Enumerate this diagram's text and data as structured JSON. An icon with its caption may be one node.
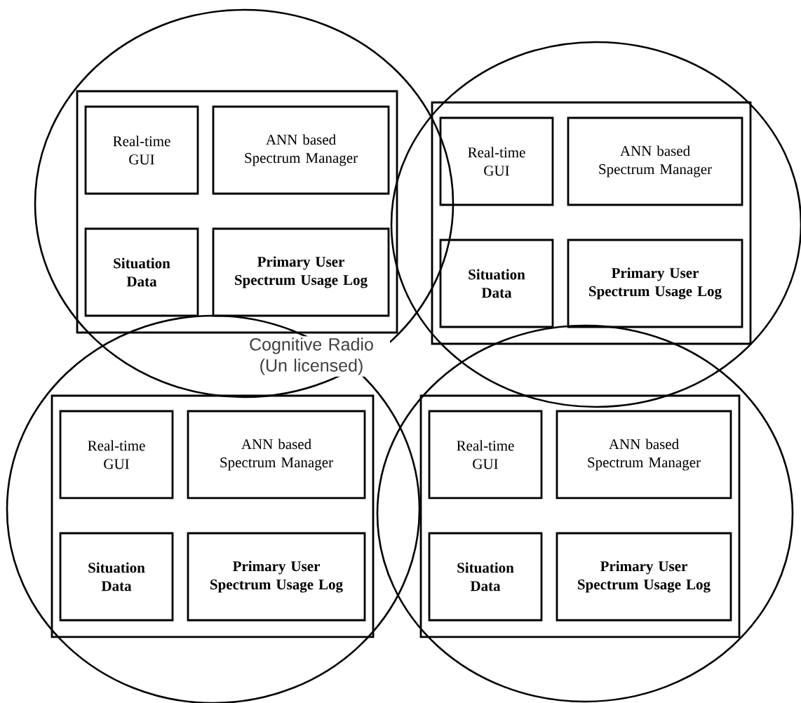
{
  "diagram": {
    "nodes": [
      {
        "text": [],
        "shape": "box"
      },
      {
        "text": [
          "Real-time GUI"
        ],
        "in": 0
      },
      {
        "text": [
          "ANN based Spectrum Manager"
        ],
        "in": 0
      },
      {
        "text": [
          "Situation Data"
        ],
        "in": 0
      },
      {
        "text": [
          "Primary User Spectrum Usage Log"
        ],
        "in": 0
      },
      {
        "text": [],
        "shape": "box"
      },
      {
        "text": [
          "Real-time GUI"
        ],
        "in": 5
      },
      {
        "text": [
          "ANN based Spectrum Manager"
        ],
        "in": 5
      },
      {
        "text": [
          "Situation Data"
        ],
        "in": 5
      },
      {
        "text": [
          "Primary User Spectrum Usage Log"
        ],
        "in": 5
      },
      {
        "text": [],
        "shape": "box"
      },
      {
        "text": [
          "Real-time GUI"
        ],
        "in": 10
      },
      {
        "text": [
          "ANN based Spectrum Manager"
        ],
        "in": 10
      },
      {
        "text": [
          "Situation Data"
        ],
        "in": 10
      },
      {
        "text": [
          "Primary User Spectrum Usage Log"
        ],
        "in": 10
      },
      {
        "text": [],
        "shape": "box"
      },
      {
        "text": [
          "Real-time GUI"
        ],
        "in": 15
      },
      {
        "text": [
          "ANN based Spectrum Manager"
        ],
        "in": 15
      },
      {
        "text": [
          "Situation Data"
        ],
        "in": 15
      },
      {
        "text": [
          "Primary User Spectrum Usage Log"
        ],
        "in": 15
      }
    ],
    "labels": [
      "Cognitive Radio (Un licensed)"
    ]
  }
}
